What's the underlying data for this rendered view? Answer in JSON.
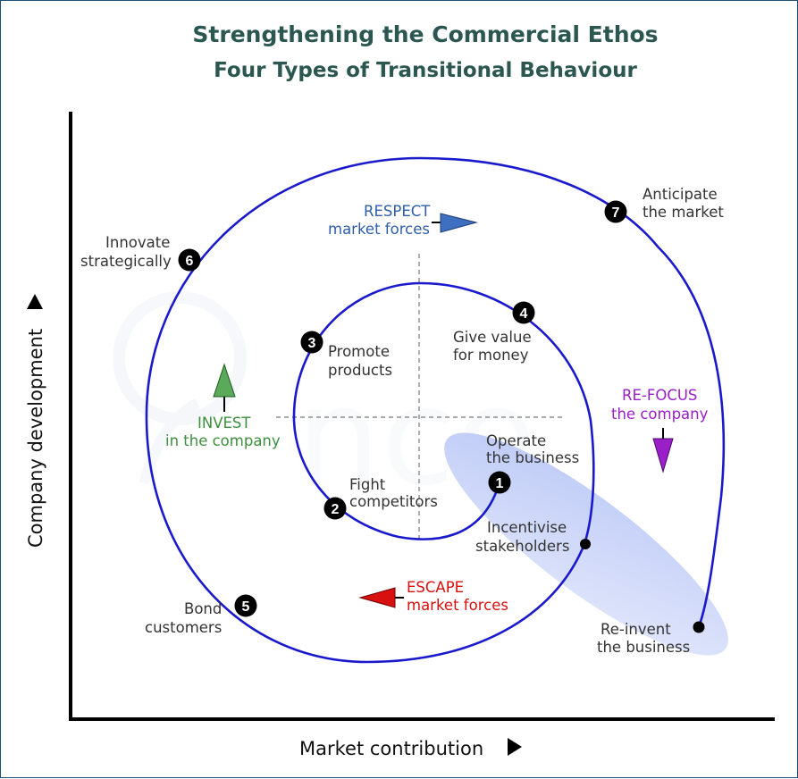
{
  "title": "Strengthening the Commercial Ethos",
  "subtitle": "Four Types of Transitional Behaviour",
  "axes": {
    "x_label": "Market contribution",
    "y_label": "Company development"
  },
  "steps": [
    {
      "number": "1",
      "line1": "Operate",
      "line2": "the business"
    },
    {
      "number": "2",
      "line1": "Fight",
      "line2": "competitors"
    },
    {
      "number": "3",
      "line1": "Promote",
      "line2": "products"
    },
    {
      "number": "4",
      "line1": "Give value",
      "line2": "for money"
    },
    {
      "number": "5",
      "line1": "Bond",
      "line2": "customers"
    },
    {
      "number": "6",
      "line1": "Innovate",
      "line2": "strategically"
    },
    {
      "number": "7",
      "line1": "Anticipate",
      "line2": "the market"
    }
  ],
  "milestones": [
    {
      "line1": "Incentivise",
      "line2": "stakeholders"
    },
    {
      "line1": "Re-invent",
      "line2": "the business"
    }
  ],
  "behaviours": {
    "respect": {
      "line1": "RESPECT",
      "line2": "market forces",
      "color": "#2e5ea8"
    },
    "escape": {
      "line1": "ESCAPE",
      "line2": "market forces",
      "color": "#d81010"
    },
    "invest": {
      "line1": "INVEST",
      "line2": "in the company",
      "color": "#3d8f3d"
    },
    "refocus": {
      "line1": "RE-FOCUS",
      "line2": "the company",
      "color": "#9a1fc8"
    }
  },
  "colors": {
    "spiral": "#1a1acc",
    "title": "#2b5750",
    "frame": "#1d4f75",
    "ellipse": "#c2cdf7"
  }
}
